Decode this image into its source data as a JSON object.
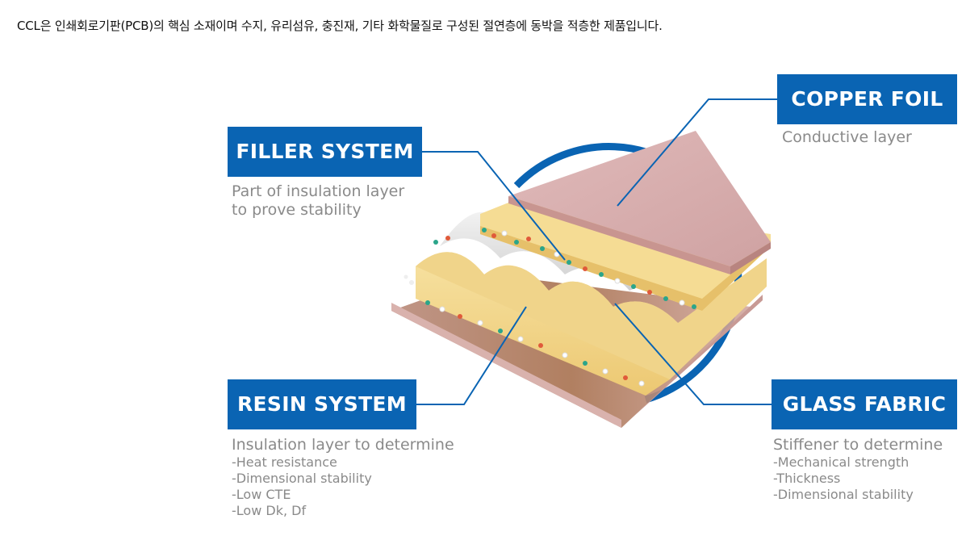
{
  "intro_text": "CCL은 인쇄회로기판(PCB)의 핵심 소재이며 수지, 유리섬유, 충진재, 기타 화학물질로 구성된 절연층에 동박을 적층한 제품입니다.",
  "colors": {
    "label_background": "#0a64b3",
    "description_text": "#8a8a8a",
    "copper": "#d7aaaa",
    "resin": "#f4d98c",
    "glass_fabric": "#dcdcdc",
    "circle": "#0a64b3"
  },
  "callouts": {
    "filler": {
      "title": "FILLER SYSTEM",
      "description": [
        "Part of insulation layer",
        "to prove stability"
      ]
    },
    "copper": {
      "title": "COPPER FOIL",
      "description": "Conductive layer"
    },
    "resin": {
      "title": "RESIN SYSTEM",
      "description": "Insulation layer to determine",
      "items": [
        "-Heat resistance",
        "-Dimensional stability",
        "-Low CTE",
        "-Low Dk, Df"
      ]
    },
    "glass": {
      "title": "GLASS FABRIC",
      "description": "Stiffener to determine",
      "items": [
        "-Mechanical strength",
        "-Thickness",
        "-Dimensional stability"
      ]
    }
  }
}
